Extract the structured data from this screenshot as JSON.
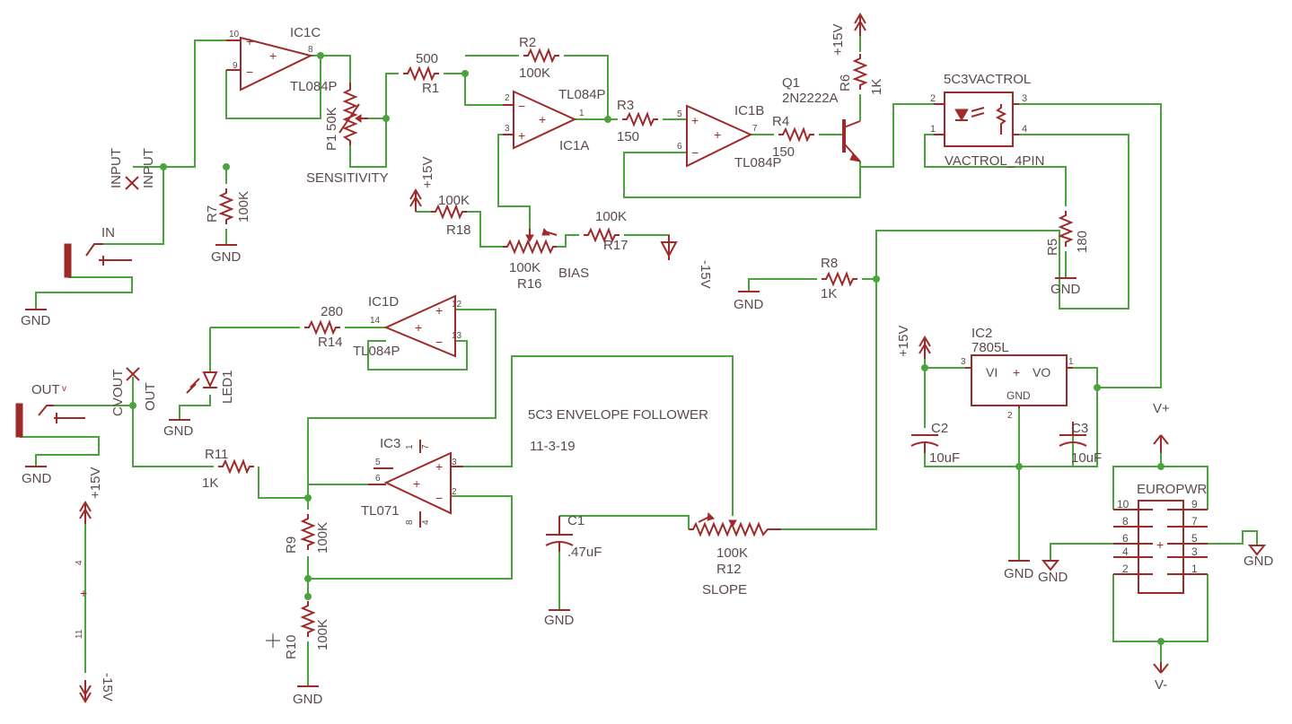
{
  "diagram": {
    "title": "5C3 ENVELOPE FOLLOWER",
    "date": "11-3-19",
    "labels": {
      "ic1c": "IC1C",
      "ic1c_part": "TL084P",
      "ic1a": "IC1A",
      "ic1a_part": "TL084P",
      "ic1b": "IC1B",
      "ic1b_part": "TL084P",
      "ic1d": "IC1D",
      "ic1d_part": "TL084P",
      "ic3": "IC3",
      "ic3_part": "TL071",
      "ic2": "IC2",
      "ic2_part": "7805L",
      "ic2_vi": "VI",
      "ic2_vo": "VO",
      "ic2_gnd": "GND",
      "q1": "Q1",
      "q1_part": "2N2222A",
      "vactrol_name": "5C3VACTROL",
      "vactrol_part": "VACTROL_4PIN",
      "europwr": "EUROPWR",
      "r1": "R1",
      "r1_val": "500",
      "r2": "R2",
      "r2_val": "100K",
      "r3": "R3",
      "r3_val": "150",
      "r4": "R4",
      "r4_val": "150",
      "r5": "R5",
      "r5_val": "180",
      "r6": "R6",
      "r6_val": "1K",
      "r7": "R7",
      "r7_val": "100K",
      "r8": "R8",
      "r8_val": "1K",
      "r9": "R9",
      "r9_val": "100K",
      "r10": "R10",
      "r10_val": "100K",
      "r11": "R11",
      "r11_val": "1K",
      "r14": "R14",
      "r14_val": "280",
      "r17": "R17",
      "r17_val": "100K",
      "r18": "R18",
      "r18_val": "100K",
      "r12": "R12",
      "r12_val": "100K",
      "r16": "R16",
      "r16_val": "100K",
      "p1": "P1",
      "p1_val": "50K",
      "c1": "C1",
      "c1_val": ".47uF",
      "c2": "C2",
      "c2_val": "10uF",
      "c3": "C3",
      "c3_val": "10uF",
      "led1": "LED1",
      "sensitivity": "SENSITIVITY",
      "bias": "BIAS",
      "slope": "SLOPE",
      "input_a": "INPUT",
      "input_b": "INPUT",
      "in": "IN",
      "out": "OUT",
      "cvout": "CVOUT",
      "out_b": "OUT",
      "gnd": "GND",
      "p15v": "+15V",
      "m15v": "-15V",
      "vplus": "V+",
      "vminus": "V-"
    },
    "pins": {
      "ic1c": [
        "10",
        "9",
        "8"
      ],
      "ic1a": [
        "2",
        "3",
        "1"
      ],
      "ic1b": [
        "5",
        "6",
        "7"
      ],
      "ic1d": [
        "14",
        "12",
        "13"
      ],
      "ic3": [
        "5",
        "6",
        "3",
        "2",
        "1",
        "7",
        "8",
        "4"
      ],
      "ic2": [
        "3",
        "1",
        "2"
      ],
      "vactrol": [
        "2",
        "1",
        "3",
        "4"
      ],
      "europwr": [
        "10",
        "8",
        "6",
        "4",
        "2",
        "9",
        "7",
        "5",
        "3",
        "1"
      ],
      "supply": [
        "4",
        "11"
      ]
    },
    "colors": {
      "wire": "#4aa33c",
      "symbol": "#9e2a2a",
      "text": "#5a4a4a",
      "background": "#ffffff"
    }
  }
}
